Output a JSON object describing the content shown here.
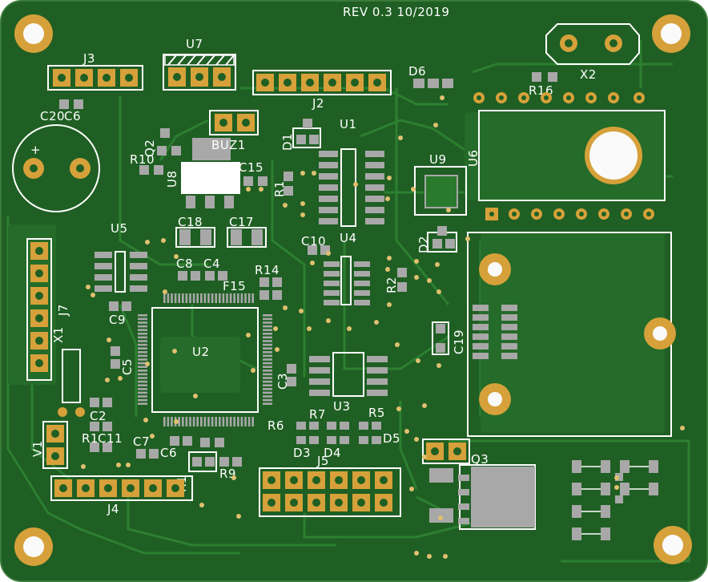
{
  "board": {
    "revision_text": "REV 0.3 10/2019",
    "colors": {
      "board": "#1f5f23",
      "board_light": "#2a7a2e",
      "trace": "#2c7f31",
      "pad": "#d6a13a",
      "smd": "#a8a8a8",
      "silk": "#ffffff",
      "hole": "#fafafa"
    }
  },
  "labels": {
    "J3": "J3",
    "U7": "U7",
    "J2": "J2",
    "D6": "D6",
    "X2": "X2",
    "R16": "R16",
    "C20": "C20",
    "C6a": "C6",
    "plus": "+",
    "Q2": "Q2",
    "R10": "R10",
    "U8": "U8",
    "BUZ1": "BUZ1",
    "C15": "C15",
    "D1": "D1",
    "U1": "U1",
    "R1": "R1",
    "U4": "U4",
    "U9": "U9",
    "U6": "U6",
    "C18": "C18",
    "C17": "C17",
    "U5": "U5",
    "C10": "C10",
    "D2": "D2",
    "C8": "C8",
    "C4": "C4",
    "R14": "R14",
    "F15": "F15",
    "R2": "R2",
    "J7": "J7",
    "C9": "C9",
    "X1": "X1",
    "U2": "U2",
    "C19": "C19",
    "C5": "C5",
    "C3": "C3",
    "U3": "U3",
    "C2": "C2",
    "C11": "C11",
    "R11": "R1",
    "R6": "R6",
    "R7": "R7",
    "R5": "R5",
    "D5": "D5",
    "V1": "V1",
    "C7": "C7",
    "C6": "C6",
    "R9": "R9",
    "R1b": "R1",
    "D3": "D3",
    "D4": "D4",
    "J5": "J5",
    "Q3": "Q3",
    "J4": "J4"
  }
}
